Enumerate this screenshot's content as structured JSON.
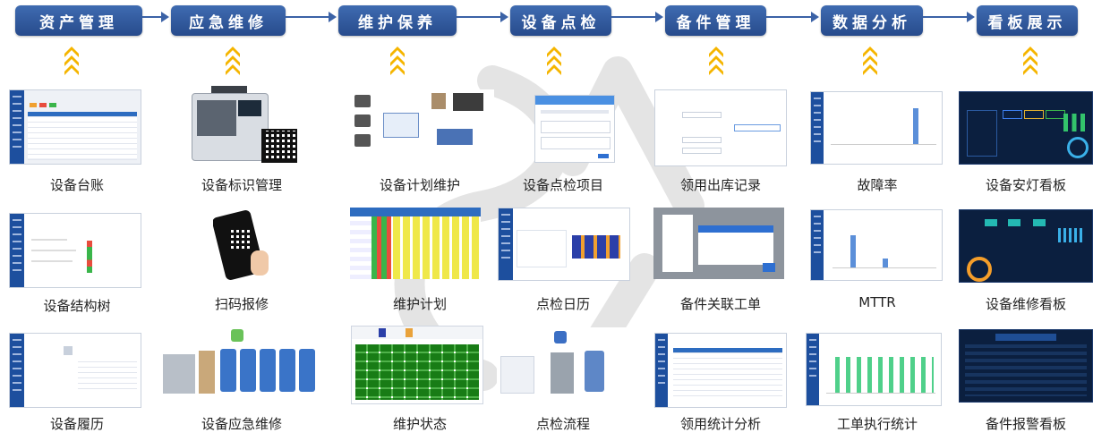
{
  "stages": [
    "资产管理",
    "应急维修",
    "维护保养",
    "设备点检",
    "备件管理",
    "数据分析",
    "看板展示"
  ],
  "rows": [
    [
      "设备台账",
      "设备标识管理",
      "设备计划维护",
      "设备点检项目",
      "领用出库记录",
      "故障率",
      "设备安灯看板"
    ],
    [
      "设备结构树",
      "扫码报修",
      "维护计划",
      "点检日历",
      "备件关联工单",
      "MTTR",
      "设备维修看板"
    ],
    [
      "设备履历",
      "设备应急维修",
      "维护状态",
      "点检流程",
      "领用统计分析",
      "工单执行统计",
      "备件报警看板"
    ]
  ],
  "colors": {
    "stage": "#2f5a9e",
    "chevron": "#f5b500",
    "sidebar": "#1d4f9e",
    "dashboard": "#0b1f3f"
  }
}
